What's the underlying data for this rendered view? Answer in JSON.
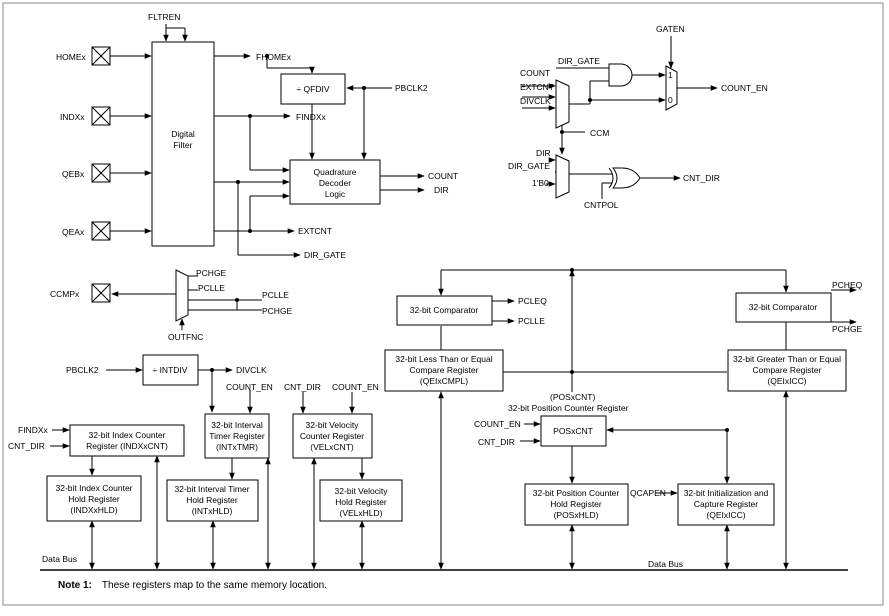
{
  "pins": {
    "homex": "HOMEx",
    "indxx": "INDXx",
    "qebx": "QEBx",
    "qeax": "QEAx",
    "ccmpx": "CCMPx"
  },
  "signals": {
    "fltren": "FLTREN",
    "fhomex": "FHOMEx",
    "findxx": "FINDXx",
    "extcnt": "EXTCNT",
    "dir_gate": "DIR_GATE",
    "pbclk2": "PBCLK2",
    "count": "COUNT",
    "dir": "DIR",
    "gaten": "GATEN",
    "count_en": "COUNT_EN",
    "divclk": "DIVCLK",
    "ccm": "CCM",
    "b0": "1'B0",
    "cnt_dir": "CNT_DIR",
    "cntpol": "CNTPOL",
    "pchge": "PCHGE",
    "pclle": "PCLLE",
    "outfnc": "OUTFNC",
    "pcleq": "PCLEQ",
    "pcheq": "PCHEQ",
    "poscnt_paren": "(POSxCNT)",
    "qcapen": "QCAPEN",
    "one": "1",
    "zero": "0"
  },
  "blocks": {
    "digital_filter": [
      "Digital",
      "Filter"
    ],
    "qfdiv": "÷ QFDIV",
    "quad_decoder": [
      "Quadrature",
      "Decoder",
      "Logic"
    ],
    "intdiv": "÷ INTDIV",
    "comparator_lo": "32-bit Comparator",
    "comparator_hi": "32-bit Comparator",
    "lt_eq_reg": [
      "32-bit Less Than or Equal",
      "Compare Register",
      "(QEIxCMPL)"
    ],
    "gt_eq_reg": [
      "32-bit Greater Than or Equal",
      "Compare Register",
      "(QEIxICC)"
    ],
    "pos_counter_title": "32-bit Position Counter Register",
    "poscnt": "POSxCNT",
    "index_counter": [
      "32-bit Index Counter",
      "Register (INDXxCNT)"
    ],
    "index_hold": [
      "32-bit Index Counter",
      "Hold Register",
      "(INDXxHLD)"
    ],
    "interval_timer": [
      "32-bit Interval",
      "Timer Register",
      "(INTxTMR)"
    ],
    "interval_hold": [
      "32-bit Interval Timer",
      "Hold Register",
      "(INTxHLD)"
    ],
    "velocity_counter": [
      "32-bit Velocity",
      "Counter Register",
      "(VELxCNT)"
    ],
    "velocity_hold": [
      "32-bit Velocity",
      "Hold Register",
      "(VELxHLD)"
    ],
    "pos_hold": [
      "32-bit Position Counter",
      "Hold Register",
      "(POSxHLD)"
    ],
    "init_capture": [
      "32-bit Initialization and",
      "Capture Register",
      "(QEIxICC)"
    ]
  },
  "bus": {
    "left": "Data Bus",
    "right": "Data Bus"
  },
  "note": {
    "label": "Note 1:",
    "text": "These registers map to the same memory location."
  }
}
